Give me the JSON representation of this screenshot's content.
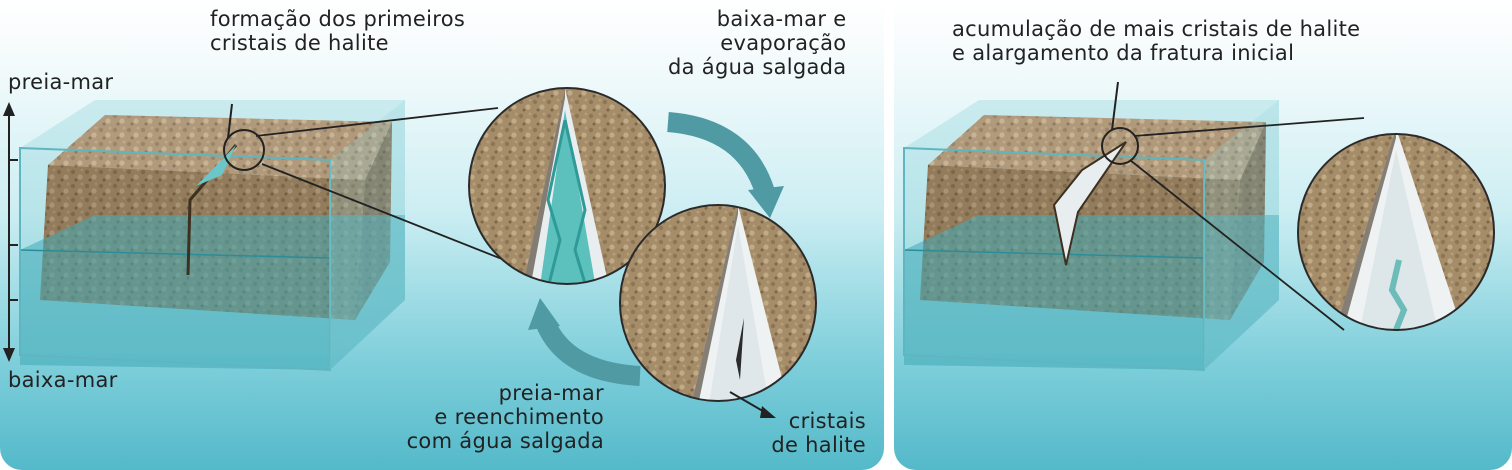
{
  "left_panel": {
    "label_first_crystals": "formação dos primeiros\ncristais de halite",
    "label_low_tide_evaporation": "baixa-mar e\nevaporação\nda água salgada",
    "label_high_tide_top": "preia-mar",
    "label_low_tide_bottom": "baixa-mar",
    "label_high_tide_refill": "preia-mar\ne reenchimento\ncom água salgada",
    "label_halite_crystals": "cristais\nde halite"
  },
  "right_panel": {
    "label_accumulation": "acumulação de mais cristais de halite\ne alargamento da fratura inicial"
  },
  "colors": {
    "rock": "#a88f6c",
    "rock_dark": "#6e5a41",
    "water": "#6cc4cf",
    "water_deep": "#3aa7b6",
    "crystal_fill": "#e8eef0",
    "arrow_teal": "#4f9aa3"
  }
}
